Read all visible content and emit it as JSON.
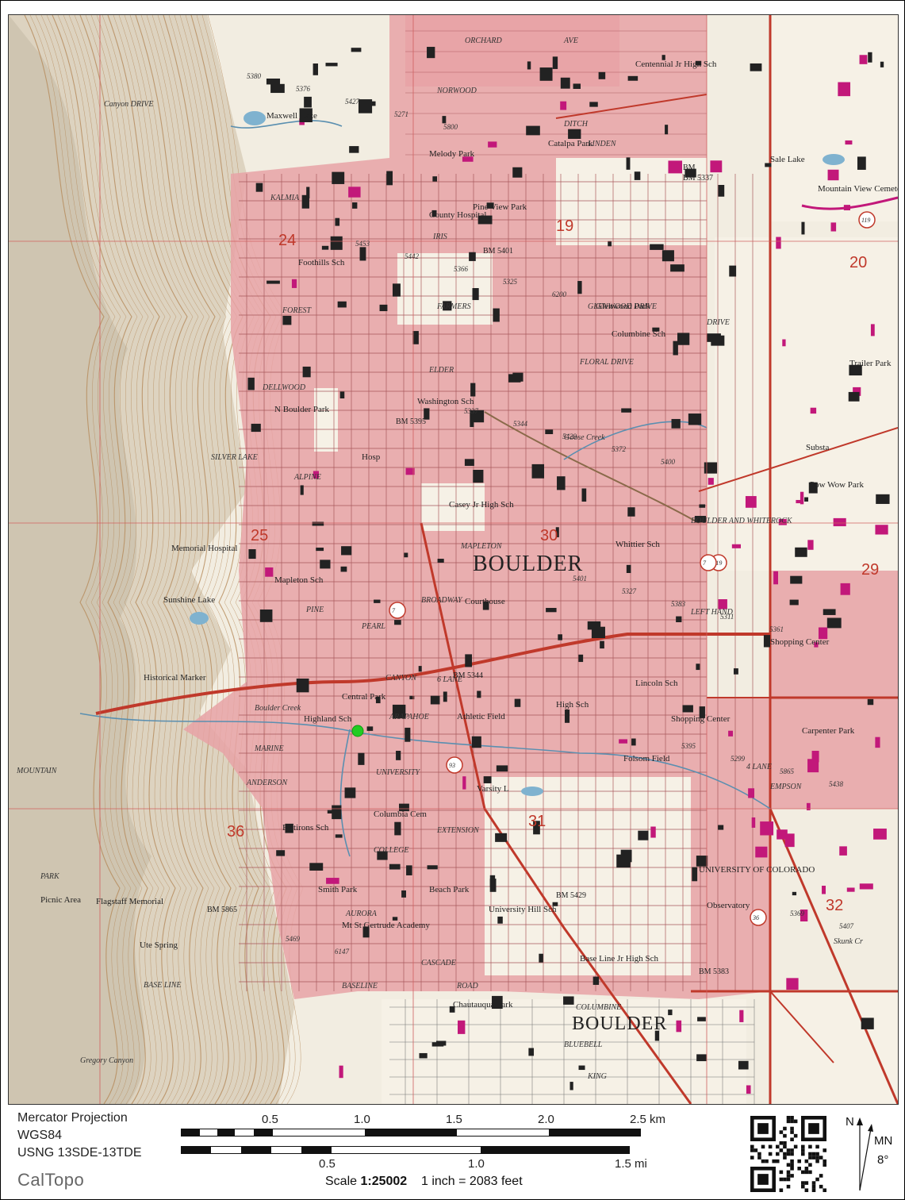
{
  "map": {
    "city_label": "BOULDER",
    "city_label_2": "BOULDER",
    "places": [
      "Centennial Jr High Sch",
      "Maxwell Lake",
      "Melody Park",
      "Catalpa Park",
      "Pine View Park",
      "County Hospital",
      "Foothills Sch",
      "Glenwood Park",
      "Columbine Sch",
      "N Boulder Park",
      "Washington Sch",
      "Hosp",
      "Casey Jr High Sch",
      "Whittier Sch",
      "Memorial Hospital",
      "Mapleton Sch",
      "Sunshine Lake",
      "Courthouse",
      "Historical Marker",
      "Central Park",
      "Highland Sch",
      "Athletic Field",
      "High Sch",
      "Shopping Center",
      "Lincoln Sch",
      "Flatirons Sch",
      "Columbia Cem",
      "Varsity L",
      "Folsom Field",
      "UNIVERSITY OF COLORADO",
      "Observatory",
      "Smith Park",
      "Beach Park",
      "Mt St Gertrude Academy",
      "University Hill Sch",
      "Base Line Jr High Sch",
      "Chautauqua Park",
      "Ute Spring",
      "Flagstaff Memorial",
      "Picnic Area",
      "Mountain View Cemetery",
      "Trailer Park",
      "Substa",
      "Pow Wow Park",
      "Carpenter Park",
      "Sale Lake",
      "Shopping Center"
    ],
    "roads": [
      "ORCHARD",
      "AVE",
      "NORWOOD",
      "LINDEN",
      "KALMIA",
      "IRIS",
      "FOREST",
      "ELDER",
      "DELLWOOD",
      "ALPINE",
      "MAPLETON",
      "PINE",
      "PEARL",
      "CANYON",
      "ARAPAHOE",
      "MARINE",
      "UNIVERSITY",
      "COLLEGE",
      "AURORA",
      "CASCADE",
      "BASELINE",
      "ROAD",
      "COLUMBINE",
      "BLUEBELL",
      "KING",
      "EMPSON",
      "BROADWAY",
      "FARMERS",
      "DITCH",
      "SILVER LAKE",
      "GLENWOOD DRIVE",
      "FLORAL DRIVE",
      "LEFT HAND",
      "BOULDER AND WHITEROCK",
      "EXTENSION",
      "6 LANE",
      "4 LANE",
      "BASE LINE",
      "Canyon DRIVE",
      "Gregory Canyon",
      "MOUNTAIN",
      "PARK",
      "Goose Creek",
      "Boulder Creek",
      "Skunk Cr",
      "ANDERSON",
      "DRIVE"
    ],
    "sections": [
      "24",
      "19",
      "25",
      "30",
      "36",
      "31",
      "32",
      "20",
      "29"
    ],
    "elevations": [
      "5380",
      "5453",
      "5337",
      "5401",
      "5395",
      "5369",
      "5376",
      "5442",
      "5344",
      "5327",
      "5299",
      "5407",
      "5427",
      "5366",
      "5429",
      "5383",
      "5865",
      "5469",
      "5271",
      "5325",
      "5372",
      "5311",
      "5438",
      "6147",
      "5800",
      "6200",
      "5400",
      "5361"
    ],
    "bm_labels": [
      "BM",
      "BM 5401",
      "BM 5395",
      "BM 5344",
      "BM 5429",
      "BM 5383",
      "BM 5865",
      "BM 5337"
    ],
    "marker_color": "#22cc22",
    "urban_tint": "#e8a2a6",
    "road_color": "#c0392b",
    "building_color": "#222222",
    "new_building_color": "#c2187a",
    "contour_color": "#b58a5a",
    "water_color": "#7fb2cf",
    "route_shields": [
      "119",
      "7",
      "119",
      "93",
      "36",
      "7"
    ]
  },
  "footer": {
    "projection": "Mercator Projection",
    "datum": "WGS84",
    "usng": "USNG 13SDE-13TDE",
    "brand": "CalTopo",
    "km_ticks": [
      "0.5",
      "1.0",
      "1.5",
      "2.0",
      "2.5 km"
    ],
    "mi_ticks": [
      "0.5",
      "1.0",
      "1.5 mi"
    ],
    "scale_label": "Scale",
    "scale_value": "1:25002",
    "scale_inch": "1 inch = 2083 feet",
    "north_label": "N",
    "mn_label": "MN",
    "declination": "8°"
  }
}
